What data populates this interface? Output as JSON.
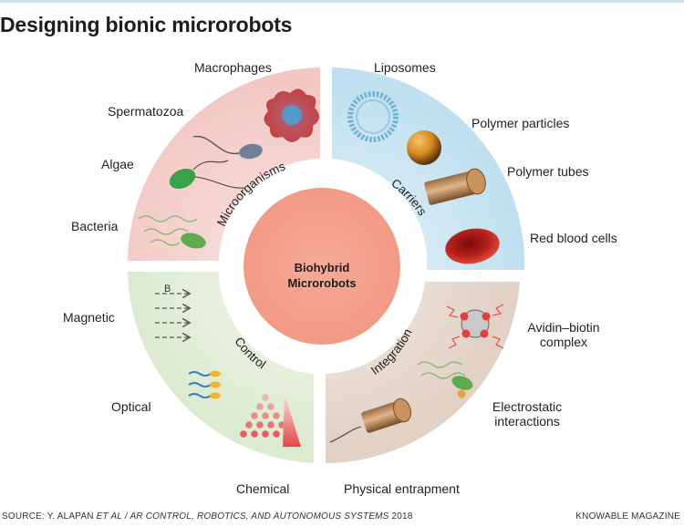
{
  "title": "Designing bionic microrobots",
  "center": {
    "line1": "Biohybrid",
    "line2": "Microrobots"
  },
  "segments": {
    "microorganisms": "Microorganisms",
    "carriers": "Carriers",
    "control": "Control",
    "integration": "Integration"
  },
  "labels": {
    "macrophages": "Macrophages",
    "spermatozoa": "Spermatozoa",
    "algae": "Algae",
    "bacteria": "Bacteria",
    "liposomes": "Liposomes",
    "polymer_particles": "Polymer particles",
    "polymer_tubes": "Polymer tubes",
    "red_blood_cells": "Red blood cells",
    "magnetic": "Magnetic",
    "magnetic_field": "B",
    "optical": "Optical",
    "chemical": "Chemical",
    "avidin_biotin_1": "Avidin–biotin",
    "avidin_biotin_2": "complex",
    "electrostatic_1": "Electrostatic",
    "electrostatic_2": "interactions",
    "physical_entrapment": "Physical entrapment"
  },
  "footer": {
    "source_prefix": "SOURCE: Y. ALAPAN ",
    "source_italic": "ET AL / AR CONTROL, ROBOTICS, AND AUTONOMOUS SYSTEMS",
    "source_year": " 2018",
    "publisher": "KNOWABLE MAGAZINE"
  },
  "colors": {
    "microorganisms": "#f6d3d0",
    "carriers": "#cfe6f2",
    "control": "#e4efd9",
    "integration": "#eaddd3",
    "center": "#f39e8b"
  }
}
